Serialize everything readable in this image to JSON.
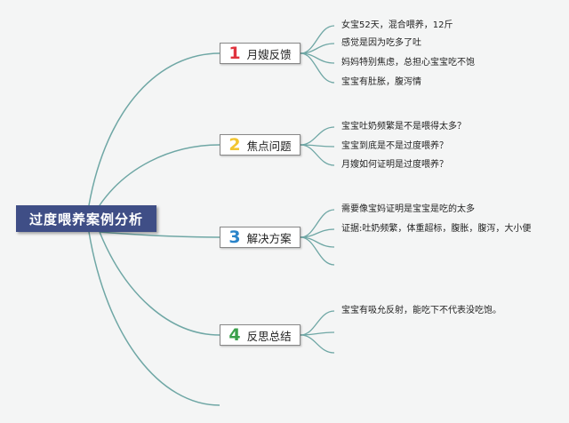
{
  "root": {
    "title": "过度喂养案例分析"
  },
  "topics": [
    {
      "number": "1",
      "label": "月嫂反馈",
      "color": "#e0343f",
      "leaves": [
        "女宝52天，混合喂养，12斤",
        "感觉是因为吃多了吐",
        "妈妈特别焦虑，总担心宝宝吃不饱",
        "宝宝有肚胀，腹泻情"
      ]
    },
    {
      "number": "2",
      "label": "焦点问题",
      "color": "#f2c531",
      "leaves": [
        "宝宝吐奶频繁是不是喂得太多？",
        "宝宝到底是不是过度喂养？",
        "月嫂如何证明是过度喂养？"
      ]
    },
    {
      "number": "3",
      "label": "解决方案",
      "color": "#2a84c9",
      "leaves": [
        "需要像宝妈证明是宝宝是吃的太多",
        "证据:吐奶频繁，体重超标，腹胀，腹泻，大小便",
        "",
        ""
      ]
    },
    {
      "number": "4",
      "label": "反思总结",
      "color": "#3aa04a",
      "leaves": [
        "宝宝有吸允反射，能吃下不代表没吃饱。",
        "",
        ""
      ]
    }
  ],
  "line_color": "#6fa7a5"
}
